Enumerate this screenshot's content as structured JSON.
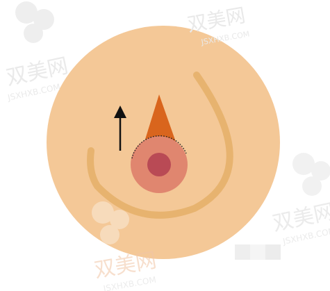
{
  "illustration": {
    "colors": {
      "background": "#ffffff",
      "disc": "#f4c897",
      "curve": "#e7b36f",
      "triangle": "#d9651d",
      "outer_circle": "#e0866f",
      "inner_circle": "#b94a55",
      "arrow": "#111111",
      "dotted_outline": "#222222",
      "watermark": "#ededed"
    },
    "arrow_direction": "up"
  },
  "watermarks": {
    "cn_text": "双美网",
    "url_text": "JSXHXB.COM",
    "logo_icon": "flower-logo-icon"
  }
}
